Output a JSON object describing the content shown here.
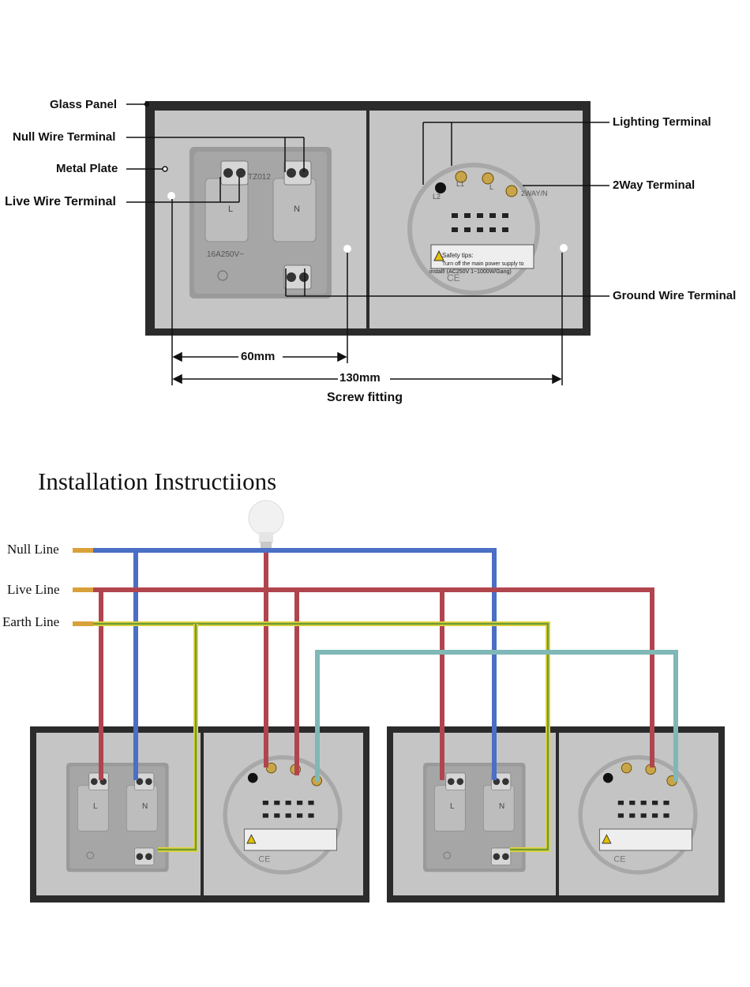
{
  "top_diagram": {
    "labels": {
      "glass_panel": "Glass Panel",
      "null_wire_terminal": "Null Wire Terminal",
      "metal_plate": "Metal Plate",
      "live_wire_terminal": "Live Wire Terminal",
      "lighting_terminal": "Lighting Terminal",
      "two_way_terminal": "2Way Terminal",
      "ground_wire_terminal": "Ground Wire Terminal"
    },
    "dimensions": {
      "small": "60mm",
      "large": "130mm",
      "caption": "Screw fitting"
    }
  },
  "socket": {
    "model": "TZ012",
    "rating": "16A250V~",
    "left_pin": "L",
    "right_pin": "N"
  },
  "switch_module": {
    "terminals": [
      "L2",
      "L1",
      "L",
      "2WAY/N"
    ],
    "safety_title": "Safety tips:",
    "safety_line1": "Turn off the main power supply to",
    "safety_line2": "install! (AC250V  1~1000W/Gang)",
    "mark": "CE"
  },
  "installation": {
    "title": "Installation Instructiions",
    "lines": {
      "null": "Null Line",
      "live": "Live Line",
      "earth": "Earth Line"
    }
  },
  "colors": {
    "panel": "#2b2b2b",
    "plate": "#c9c9c9",
    "null_wire": "#4a6fc4",
    "live_wire": "#b0454e",
    "earth_wire_green": "#6f9a3a",
    "earth_wire_yellow": "#e3d63a",
    "two_way_wire": "#7fb8b6"
  }
}
